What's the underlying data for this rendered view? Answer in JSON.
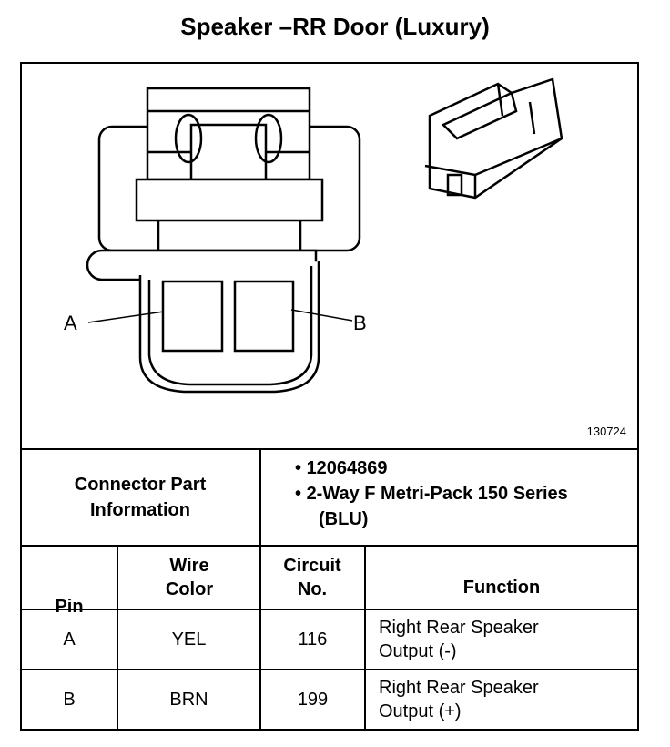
{
  "title": "Speaker –RR Door (Luxury)",
  "figure_number": "130724",
  "pin_labels": [
    "A",
    "B"
  ],
  "connector_info": {
    "label": "Connector Part Information",
    "items": [
      "12064869",
      "2-Way F Metri-Pack 150 Series (BLU)"
    ]
  },
  "table": {
    "headers": [
      "Pin",
      "Wire Color",
      "Circuit No.",
      "Function"
    ],
    "rows": [
      {
        "pin": "A",
        "color": "YEL",
        "circuit": "116",
        "function": "Right Rear Speaker Output (-)"
      },
      {
        "pin": "B",
        "color": "BRN",
        "circuit": "199",
        "function": "Right Rear Speaker Output (+)"
      }
    ]
  }
}
